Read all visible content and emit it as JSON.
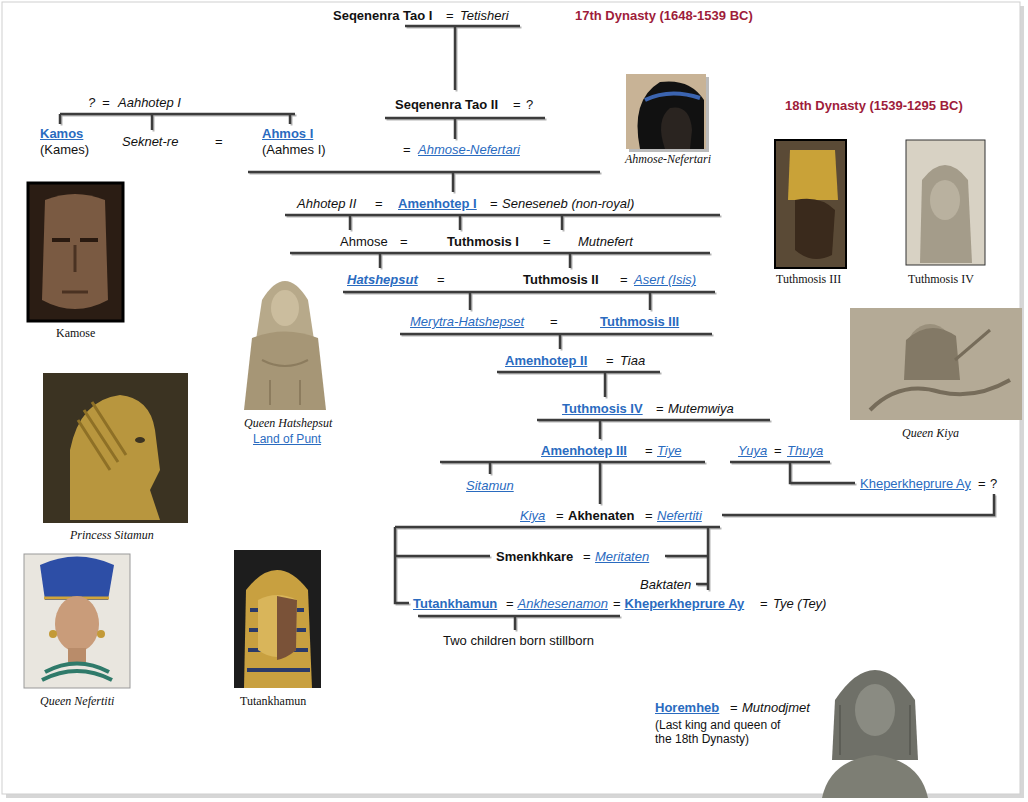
{
  "diagram": {
    "labels": [
      "Seqenenra Tao I",
      "=",
      "Tetisheri",
      "17th Dynasty (1648-1539 BC)",
      "?",
      "=",
      "Aahhotep I",
      "Seqenenra Tao II",
      "=",
      "?",
      "18th Dynasty (1539-1295 BC)",
      "Kamos",
      "(Kames)",
      "Seknet-re",
      "=",
      "Ahmos I",
      "(Aahmes I)",
      "=",
      "Ahmose-Nefertari",
      "Ahmose-Nefertari",
      "Kamose",
      "Ahhotep II",
      "=",
      "Amenhotep I",
      "=",
      "Seneseneb (non-royal)",
      "Tuthmosis III",
      "Tuthmosis IV",
      "Ahmose",
      "=",
      "Tuthmosis I",
      "=",
      "Mutnefert",
      "Hatshepsut",
      "=",
      "Tuthmosis II",
      "=",
      "Asert (Isis)",
      "Merytra-Hatshepset",
      "=",
      "Tuthmosis III",
      "Queen Hatshepsut",
      "Land of Punt",
      "Amenhotep II",
      "=",
      "Tiaa",
      "Tuthmosis IV",
      "=",
      "Mutemwiya",
      "Queen Kiya",
      "Amenhotep III",
      "=",
      "Tiye",
      "Yuya",
      "=",
      "Thuya",
      "Sitamun",
      "Kheperkheprure Ay",
      "=",
      "?",
      "Kiya",
      "=",
      "Akhenaten",
      "=",
      "Nefertiti",
      "Princess Sitamun",
      "Smenkhkare",
      "=",
      "Meritaten",
      "Baktaten",
      "Tutankhamun",
      "=",
      "Ankhesenamon",
      "=",
      "Kheperkheprure Ay",
      "=",
      "Tye (Tey)",
      "Two children born stillborn",
      "Queen Nefertiti",
      "Tutankhamun",
      "Horemheb",
      "=",
      "Mutnodjmet",
      "(Last king and queen of the 18th Dynasty)"
    ]
  }
}
